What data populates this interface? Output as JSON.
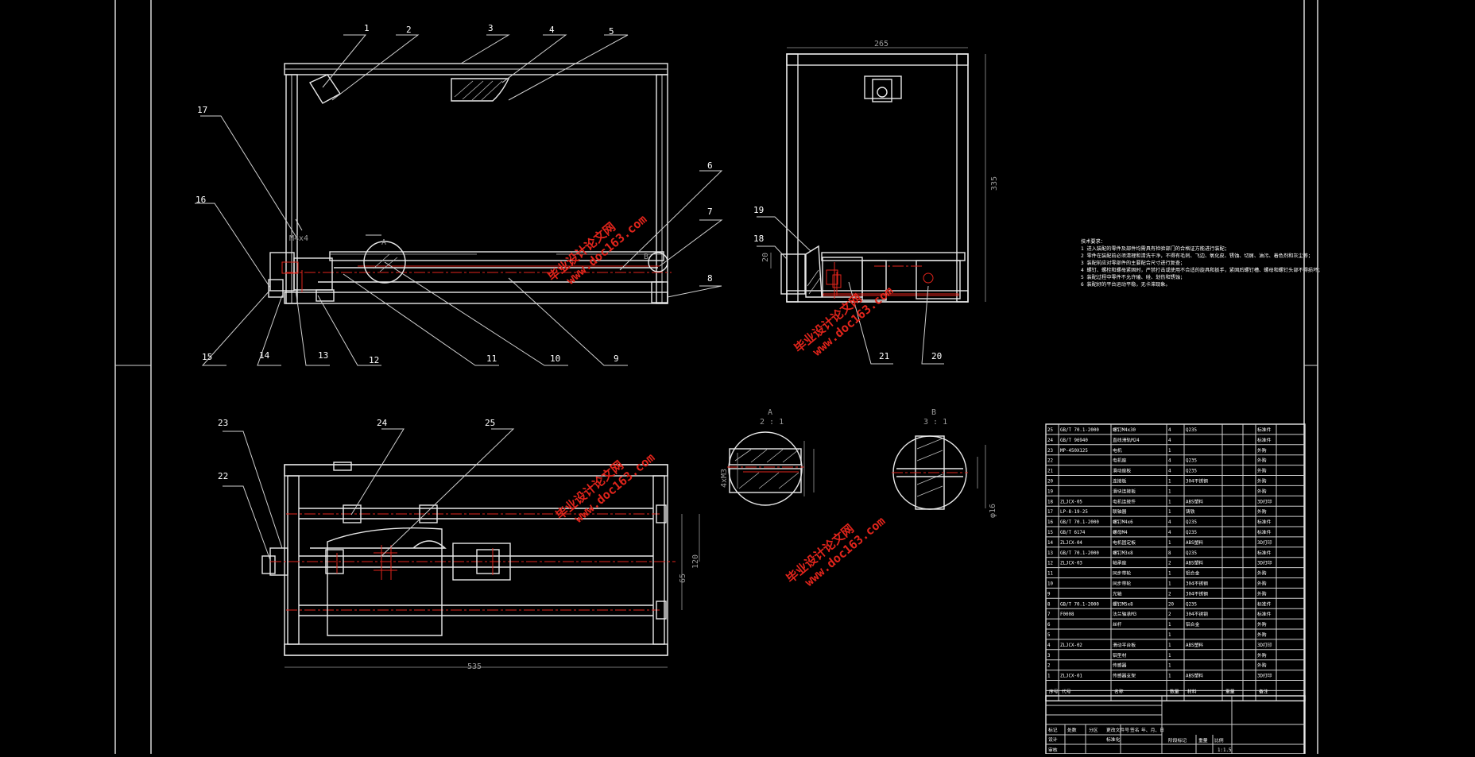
{
  "balloons": {
    "b1": "1",
    "b2": "2",
    "b3": "3",
    "b4": "4",
    "b5": "5",
    "b6": "6",
    "b7": "7",
    "b8": "8",
    "b9": "9",
    "b10": "10",
    "b11": "11",
    "b12": "12",
    "b13": "13",
    "b14": "14",
    "b15": "15",
    "b16": "16",
    "b17": "17",
    "b18": "18",
    "b19": "19",
    "b20": "20",
    "b21": "21",
    "b22": "22",
    "b23": "23",
    "b24": "24",
    "b25": "25"
  },
  "dimensions": {
    "side_width": "265",
    "side_height": "335",
    "side_small": "20",
    "plan_width": "535",
    "plan_height_1": "120",
    "plan_height_2": "65",
    "front_m4": "M4x4",
    "detail_a_m": "4xM3",
    "detail_b_dia": "φ16"
  },
  "views": {
    "section_a": "A",
    "section_a_scale": "2 : 1",
    "section_b": "B",
    "section_b_scale": "3 : 1",
    "marker_a": "A",
    "marker_b": "B"
  },
  "watermark": {
    "line1": "毕业设计论文网",
    "line2": "www.doc163.com"
  },
  "technical_notes": {
    "title": "技术要求：",
    "lines": [
      "1 进入装配的零件及部件均需具有检验部门的合格证方能进行装配；",
      "2 零件在装配前必须清理和清洗干净，不得有毛刺、飞边、氧化皮、锈蚀、切屑、油污、着色剂和灰尘等；",
      "3 装配前应对零部件的主要配合尺寸进行复查；",
      "4 螺钉、螺栓和螺母紧固时，严禁打击或使用不合适的旋具和扳手，紧固后螺钉槽、螺母和螺钉头部不得损坏；",
      "5 装配过程中零件不允许磕、碰、划伤和锈蚀；",
      "6 装配好的平台运动平稳，无卡滞现象。"
    ]
  },
  "bom": {
    "rows": [
      {
        "no": "25",
        "code": "GB/T 70.1-2000",
        "name": "螺钉M4x30",
        "qty": "4",
        "mat": "Q235",
        "note": "标准件"
      },
      {
        "no": "24",
        "code": "GB/T 96940",
        "name": "直线滑轨M24",
        "qty": "4",
        "mat": "",
        "note": "标准件"
      },
      {
        "no": "23",
        "code": "MP-450X125",
        "name": "电机",
        "qty": "1",
        "mat": "",
        "note": "外购"
      },
      {
        "no": "22",
        "code": "",
        "name": "电机座",
        "qty": "4",
        "mat": "Q235",
        "note": "外购"
      },
      {
        "no": "21",
        "code": "",
        "name": "滑动座板",
        "qty": "4",
        "mat": "Q235",
        "note": "外购"
      },
      {
        "no": "20",
        "code": "",
        "name": "连接板",
        "qty": "1",
        "mat": "304不锈钢",
        "note": "外购"
      },
      {
        "no": "19",
        "code": "",
        "name": "滑块连接板",
        "qty": "1",
        "mat": "",
        "note": "外购"
      },
      {
        "no": "18",
        "code": "ZLJCX-05",
        "name": "电机连接件",
        "qty": "1",
        "mat": "ABS塑料",
        "note": "3D打印"
      },
      {
        "no": "17",
        "code": "LP-8-19-25",
        "name": "联轴器",
        "qty": "1",
        "mat": "铸铁",
        "note": "外购"
      },
      {
        "no": "16",
        "code": "GB/T 70.1-2000",
        "name": "螺钉M4x6",
        "qty": "4",
        "mat": "Q235",
        "note": "标准件"
      },
      {
        "no": "15",
        "code": "GB/T 6174",
        "name": "螺母M4",
        "qty": "4",
        "mat": "Q235",
        "note": "标准件"
      },
      {
        "no": "14",
        "code": "ZLJCX-04",
        "name": "电机固定板",
        "qty": "1",
        "mat": "ABS塑料",
        "note": "3D打印"
      },
      {
        "no": "13",
        "code": "GB/T 70.1-2000",
        "name": "螺钉M3x8",
        "qty": "8",
        "mat": "Q235",
        "note": "标准件"
      },
      {
        "no": "12",
        "code": "ZLJCX-03",
        "name": "轴承座",
        "qty": "2",
        "mat": "ABS塑料",
        "note": "3D打印"
      },
      {
        "no": "11",
        "code": "",
        "name": "同步带轮",
        "qty": "1",
        "mat": "铝合金",
        "note": "外购"
      },
      {
        "no": "10",
        "code": "",
        "name": "同步带轮",
        "qty": "1",
        "mat": "304不锈钢",
        "note": "外购"
      },
      {
        "no": "9",
        "code": "",
        "name": "光轴",
        "qty": "2",
        "mat": "304不锈钢",
        "note": "外购"
      },
      {
        "no": "8",
        "code": "GB/T 70.1-2000",
        "name": "螺钉M5x8",
        "qty": "20",
        "mat": "Q235",
        "note": "标准件"
      },
      {
        "no": "7",
        "code": "F0008",
        "name": "法兰轴承M3",
        "qty": "2",
        "mat": "304不锈钢",
        "note": "标准件"
      },
      {
        "no": "6",
        "code": "",
        "name": "丝杆",
        "qty": "1",
        "mat": "铝合金",
        "note": "外购"
      },
      {
        "no": "5",
        "code": "",
        "name": "",
        "qty": "1",
        "mat": "",
        "note": "外购"
      },
      {
        "no": "4",
        "code": "ZLJCX-02",
        "name": "滑动平台板",
        "qty": "1",
        "mat": "ABS塑料",
        "note": "3D打印"
      },
      {
        "no": "3",
        "code": "",
        "name": "铝型材",
        "qty": "1",
        "mat": "",
        "note": "外购"
      },
      {
        "no": "2",
        "code": "",
        "name": "传感器",
        "qty": "1",
        "mat": "",
        "note": "外购"
      },
      {
        "no": "1",
        "code": "ZLJCX-01",
        "name": "传感器支架",
        "qty": "1",
        "mat": "ABS塑料",
        "note": "3D打印"
      }
    ],
    "header": {
      "no": "序号",
      "code": "代号",
      "name": "名称",
      "qty": "数量",
      "mat": "材料",
      "weight": "重量",
      "note": "备注"
    }
  },
  "title_block": {
    "mark": "标记",
    "count": "处数",
    "zone": "分区",
    "change": "更改文件号",
    "sign": "签名",
    "date": "年、月、日",
    "design": "设计",
    "standard": "标准化",
    "check": "审核",
    "stage": "阶段标记",
    "weight": "重量",
    "scale": "比例",
    "scale_value": "1:1.5"
  }
}
